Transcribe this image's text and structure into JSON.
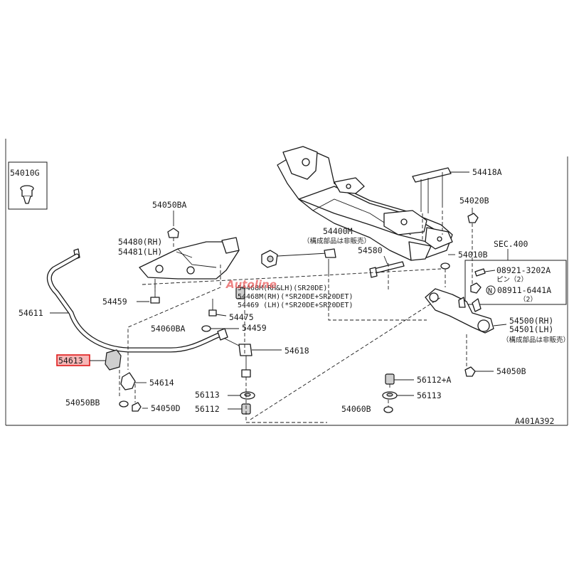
{
  "labels": {
    "p54010G": "54010G",
    "p54418A": "54418A",
    "p54020B": "54020B",
    "p54050BA": "54050BA",
    "p54400M": "54400M",
    "p54400M_note": "（構成部品は非販売）",
    "p54580": "54580",
    "p54010B": "54010B",
    "sec400": "SEC.400",
    "p08921": "08921-3202A",
    "p08921_note": "ピン（2）",
    "p08911_n": "N",
    "p08911": "08911-6441A",
    "p08911_note": "（2）",
    "p54480": "54480(RH)",
    "p54481": "54481(LH)",
    "p54459a": "54459",
    "p54468M1": "54468M(RH&LH)(SR20DE)",
    "p54468M2": "54468M(RH)(*SR20DE+SR20DET)",
    "p54469": "54469  (LH)(*SR20DE+SR20DET)",
    "p54611": "54611",
    "p54475": "54475",
    "p54060BA": "54060BA",
    "p54459b": "54459",
    "p54500": "54500(RH)",
    "p54501": "54501(LH)",
    "p54500_note": "（構成部品は非販売）",
    "p54613": "54613",
    "p54618": "54618",
    "p54614": "54614",
    "p56112A": "56112+A",
    "p54050B": "54050B",
    "p56113a": "56113",
    "p56113b": "56113",
    "p54050BB": "54050BB",
    "p54050D": "54050D",
    "p56112": "56112",
    "p54060B": "54060B",
    "code": "A401A392"
  },
  "watermark": "Autoline",
  "colors": {
    "ink": "#1a1a1a",
    "highlight_fill": "#f7b6b6",
    "highlight_stroke": "#e01b1b",
    "watermark": "#e85a5a"
  }
}
